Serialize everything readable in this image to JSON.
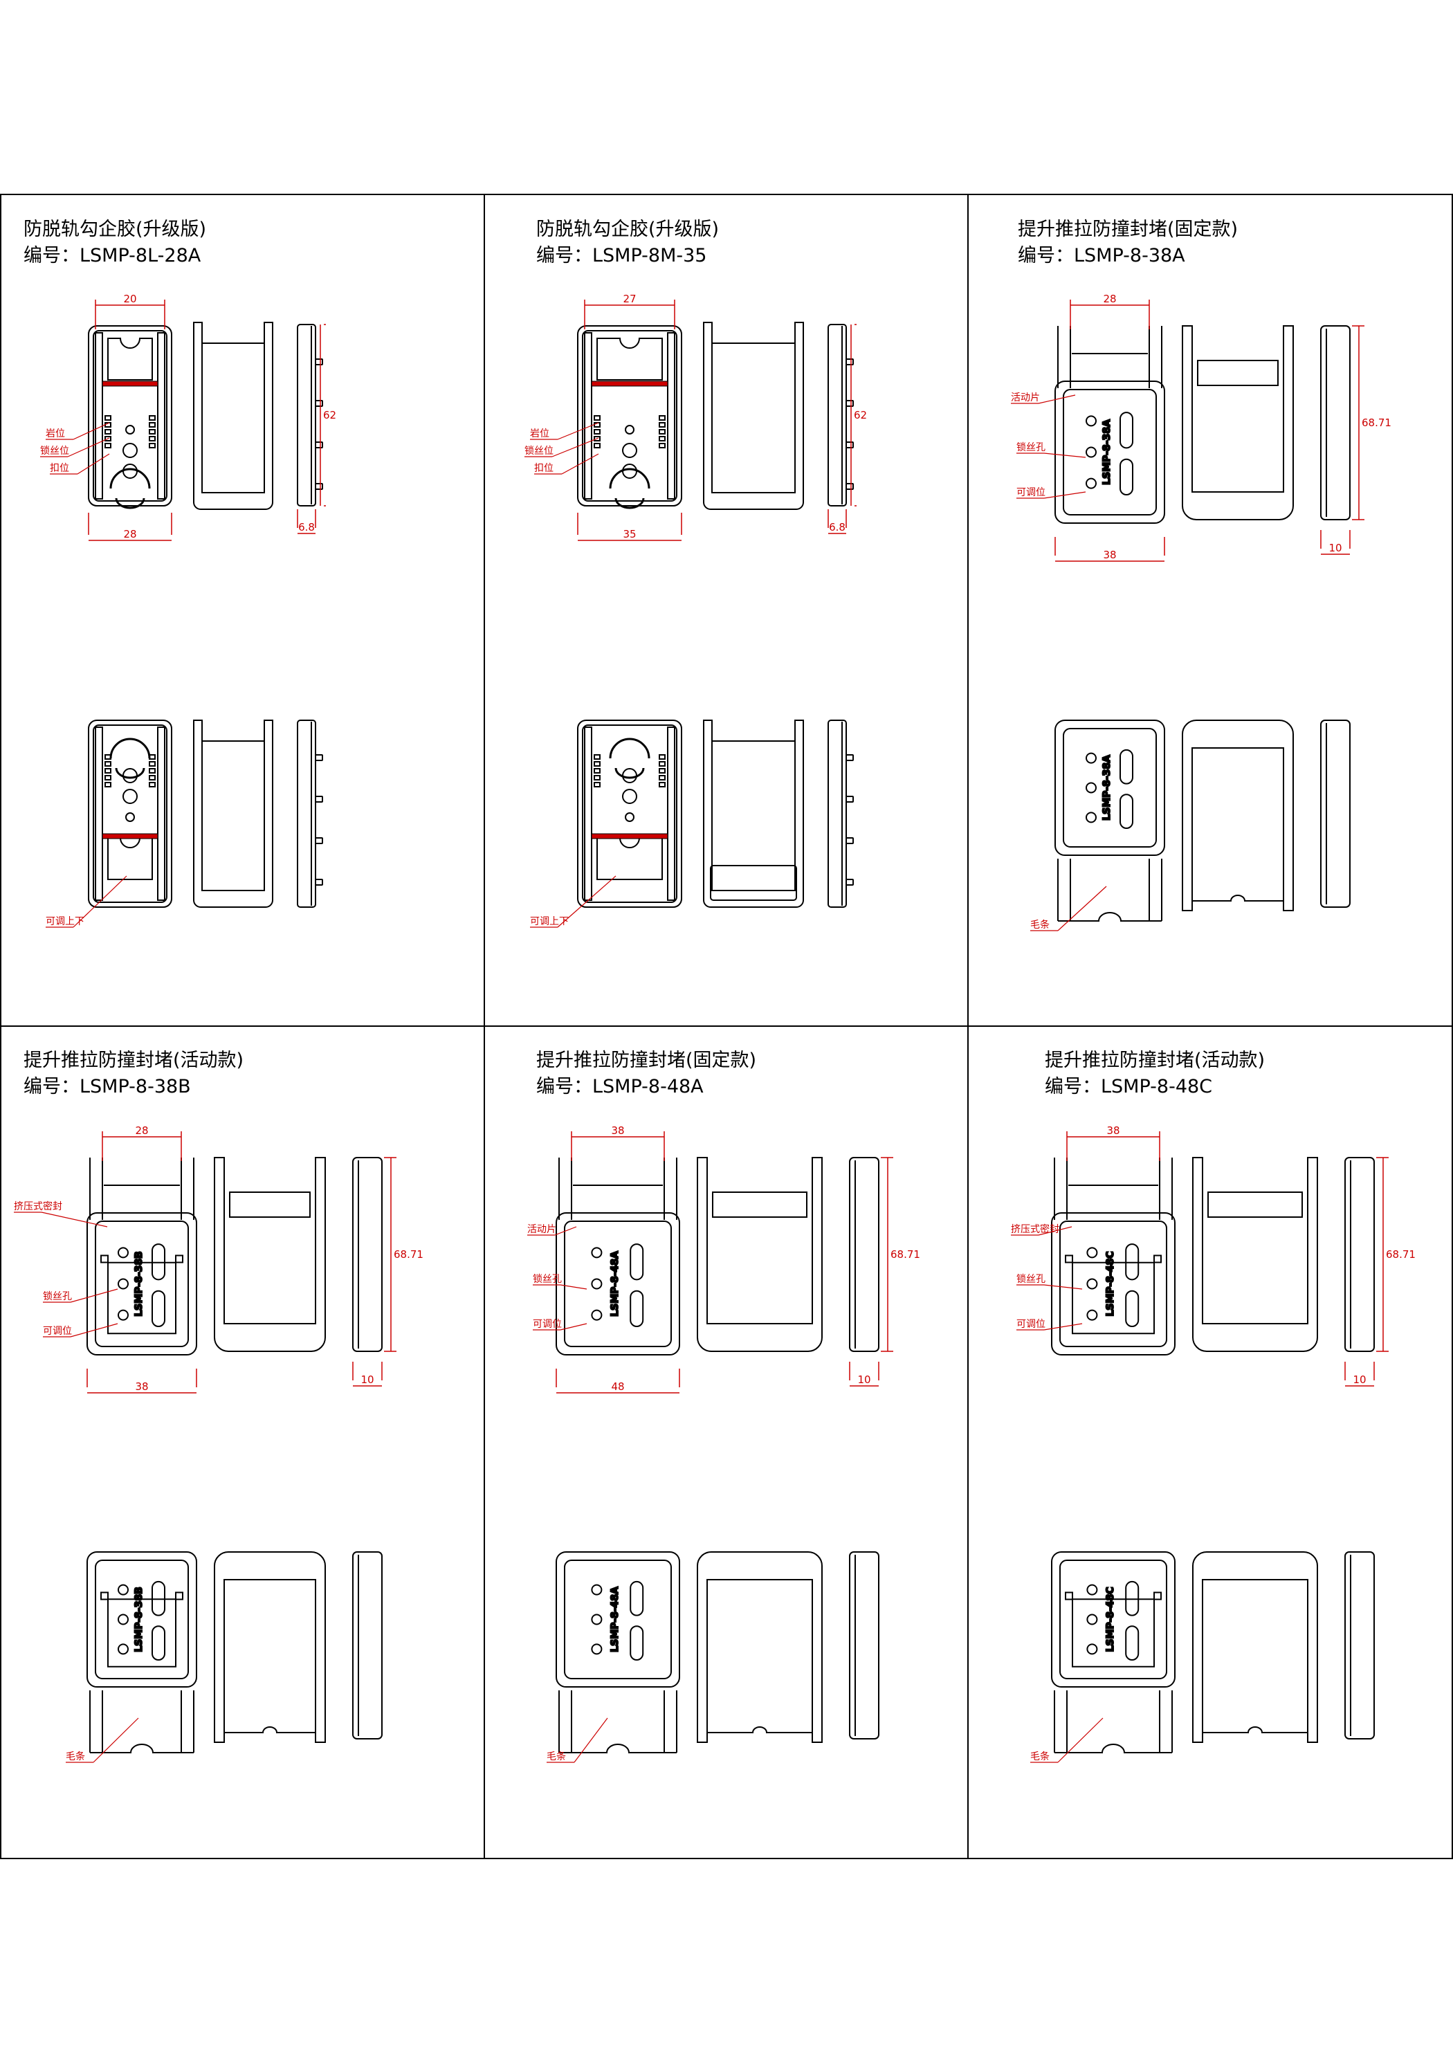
{
  "colors": {
    "line": "#000000",
    "dimension": "#cc0000",
    "seal_fill": "#cc0000",
    "background": "#ffffff"
  },
  "cells": [
    {
      "id": "cell-1",
      "title": "防脱轨勾企胶(升级版)",
      "code_label": "编号：",
      "code": "LSMP-8L-28A",
      "variant": "hook",
      "dims": {
        "top_width": "20",
        "bottom_width": "28",
        "height": "62",
        "depth": "6.8"
      },
      "callouts": [
        "岩位",
        "锁丝位",
        "扣位"
      ],
      "bottom_callout": "可调上下",
      "insert_text": ""
    },
    {
      "id": "cell-2",
      "title": "防脱轨勾企胶(升级版)",
      "code_label": "编号：",
      "code": "LSMP-8M-35",
      "variant": "hook",
      "dims": {
        "top_width": "27",
        "bottom_width": "35",
        "height": "62",
        "depth": "6.8"
      },
      "callouts": [
        "岩位",
        "锁丝位",
        "扣位"
      ],
      "bottom_callout": "可调上下",
      "insert_text": ""
    },
    {
      "id": "cell-3",
      "title": "提升推拉防撞封堵(固定款)",
      "code_label": "编号：",
      "code": "LSMP-8-38A",
      "variant": "fixed",
      "dims": {
        "top_width": "28",
        "bottom_width": "38",
        "height": "68.71",
        "depth": "10"
      },
      "callouts": [
        "活动片",
        "锁丝孔",
        "可调位"
      ],
      "bottom_callout": "毛条",
      "insert_text": "LSMP-8-38A"
    },
    {
      "id": "cell-4",
      "title": "提升推拉防撞封堵(活动款)",
      "code_label": "编号：",
      "code": "LSMP-8-38B",
      "variant": "active",
      "dims": {
        "top_width": "28",
        "bottom_width": "38",
        "height": "68.71",
        "depth": "10"
      },
      "callouts": [
        "挤压式密封",
        "锁丝孔",
        "可调位"
      ],
      "bottom_callout": "毛条",
      "insert_text": "LSMP-8-38B"
    },
    {
      "id": "cell-5",
      "title": "提升推拉防撞封堵(固定款)",
      "code_label": "编号：",
      "code": "LSMP-8-48A",
      "variant": "fixed",
      "dims": {
        "top_width": "38",
        "bottom_width": "48",
        "height": "68.71",
        "depth": "10"
      },
      "callouts": [
        "活动片",
        "锁丝孔",
        "可调位"
      ],
      "bottom_callout": "毛条",
      "insert_text": "LSMP-8-48A"
    },
    {
      "id": "cell-6",
      "title": "提升推拉防撞封堵(活动款)",
      "code_label": "编号：",
      "code": "LSMP-8-48C",
      "variant": "active",
      "dims": {
        "top_width": "38",
        "bottom_width": "",
        "height": "68.71",
        "depth": "10"
      },
      "callouts": [
        "挤压式密封",
        "锁丝孔",
        "可调位"
      ],
      "bottom_callout": "毛条",
      "insert_text": "LSMP-8-48C"
    }
  ]
}
